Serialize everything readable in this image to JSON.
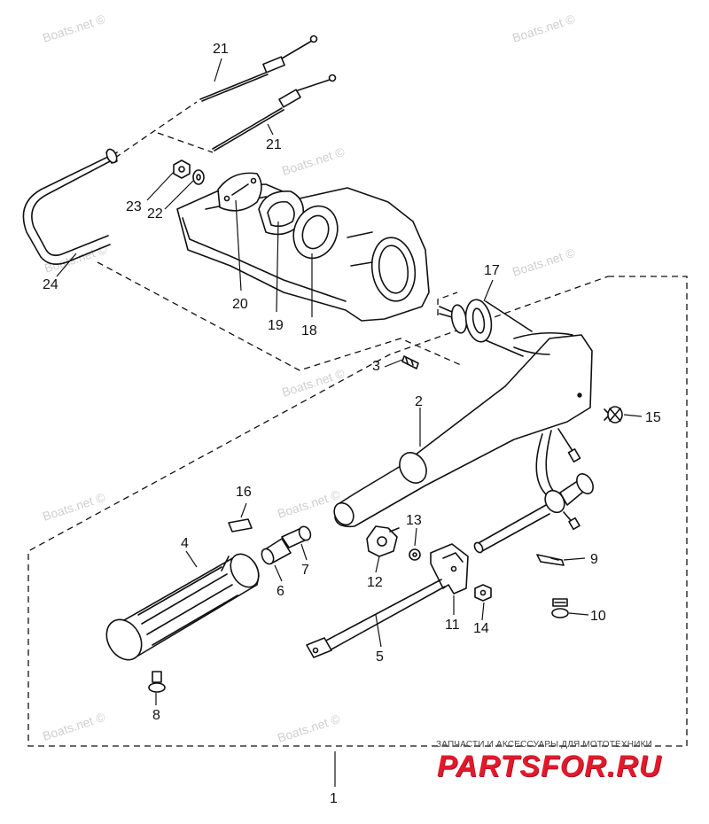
{
  "watermarks": [
    "Boats.net ©",
    "Boats.net ©",
    "Boats.net ©",
    "Boats.net ©",
    "Boats.net ©",
    "Boats.net ©",
    "Boats.net ©",
    "Boats.net ©",
    "Boats.net ©",
    "Boats.net ©"
  ],
  "labels": {
    "p1": "1",
    "p2": "2",
    "p3": "3",
    "p4": "4",
    "p5": "5",
    "p6": "6",
    "p7": "7",
    "p8": "8",
    "p9": "9",
    "p10": "10",
    "p11": "11",
    "p12": "12",
    "p13": "13",
    "p14": "14",
    "p15": "15",
    "p16": "16",
    "p17": "17",
    "p18": "18",
    "p19": "19",
    "p20": "20",
    "p21a": "21",
    "p21b": "21",
    "p22": "22",
    "p23": "23",
    "p24": "24"
  },
  "brand": {
    "tagline": "ЗАПЧАСТИ И АКСЕССУАРЫ ДЛЯ МОТОТЕХНИКИ",
    "logo": "PARTSFOR.RU",
    "logo_color": "#e11a2b"
  }
}
